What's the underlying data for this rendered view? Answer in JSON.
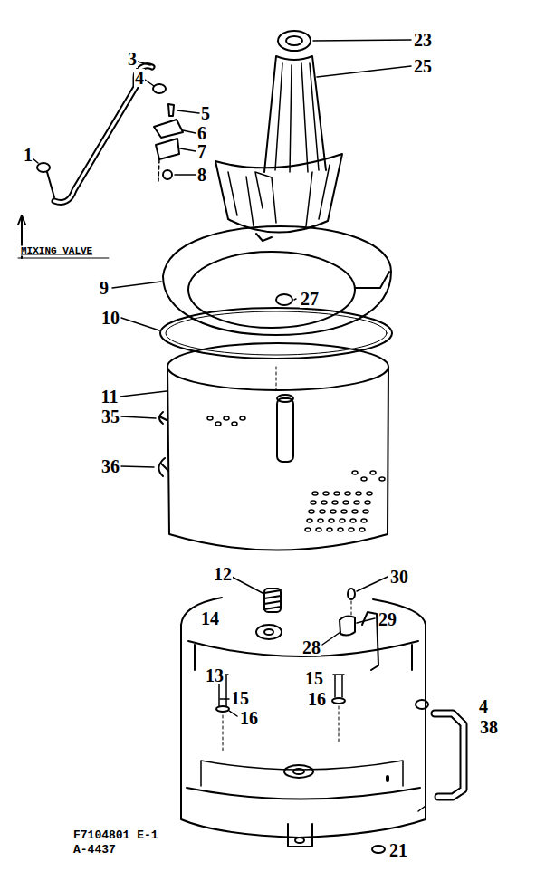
{
  "diagram": {
    "labels": [
      "3",
      "4",
      "5",
      "6",
      "7",
      "8",
      "1",
      "MIXING VALVE",
      "23",
      "25",
      "9",
      "27",
      "10",
      "11",
      "35",
      "36",
      "12",
      "30",
      "14",
      "29",
      "28",
      "13",
      "15",
      "16",
      "15",
      "16",
      "4",
      "38",
      "21",
      "F7104801 E-1",
      "A-4437"
    ]
  }
}
